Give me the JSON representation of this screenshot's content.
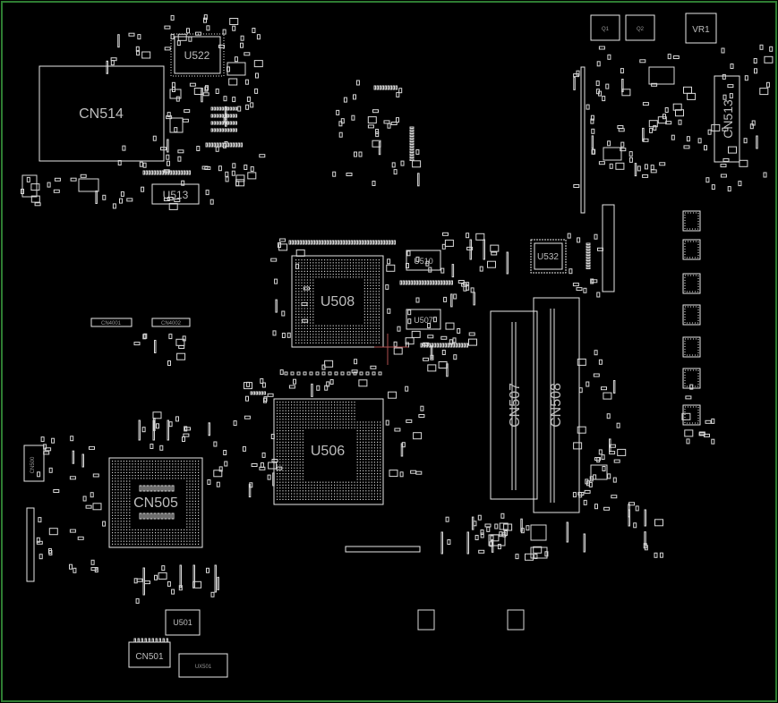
{
  "viewer": {
    "background": "#000000",
    "border_color": "#2e7d32",
    "trace_color": "#e6e6e6",
    "marker_color": "#b05050"
  },
  "components": {
    "cn514": "CN514",
    "u522": "U522",
    "u513": "U513",
    "cn513": "CN513",
    "vr1": "VR1",
    "u532": "U532",
    "u508": "U508",
    "u510": "U510",
    "u507": "U507",
    "cn507": "CN507",
    "cn508": "CN508",
    "u506": "U506",
    "cn505": "CN505",
    "u501": "U501",
    "cn501": "CN501",
    "cn4001": "CN4001",
    "cn4002": "CN4002"
  },
  "small_labels": {
    "q_top1": "Q1",
    "q_top2": "Q2",
    "cn500": "CN500",
    "ux501": "UX501"
  }
}
